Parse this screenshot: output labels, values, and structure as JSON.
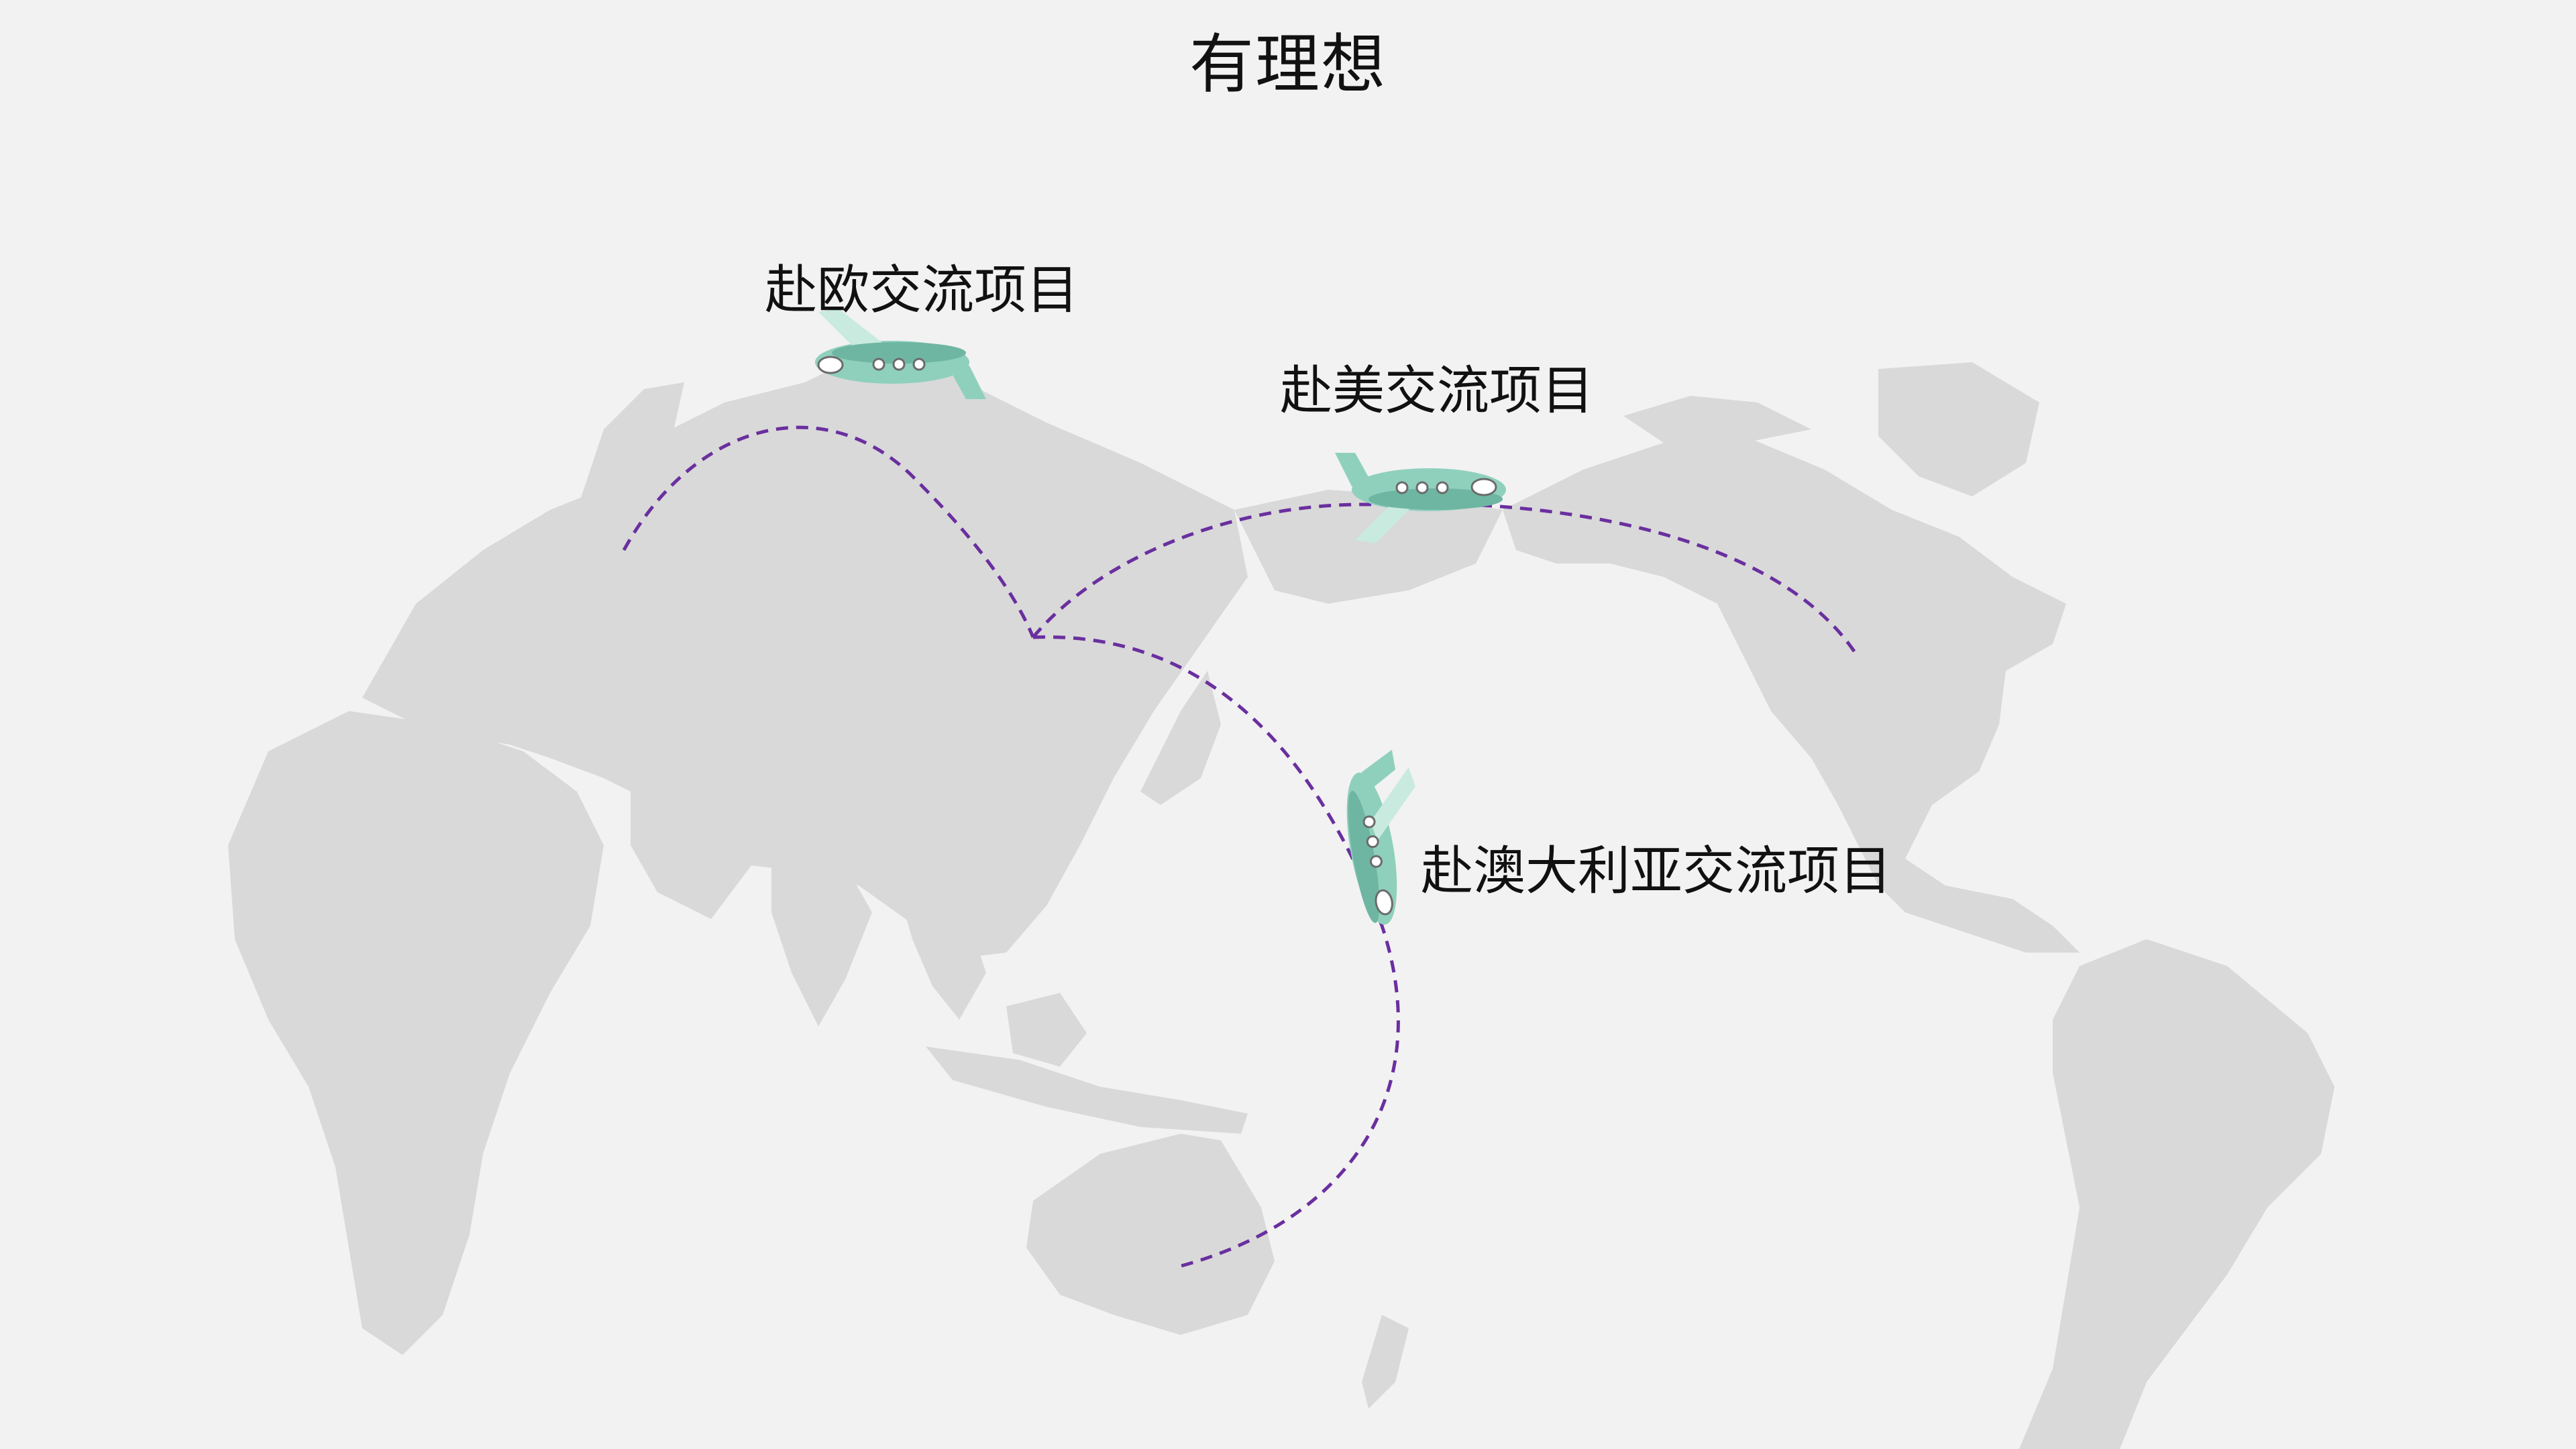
{
  "slide": {
    "title": "有理想",
    "routes": [
      {
        "id": "europe",
        "label": "赴欧交流项目"
      },
      {
        "id": "america",
        "label": "赴美交流项目"
      },
      {
        "id": "australia",
        "label": "赴澳大利亚交流项目"
      }
    ]
  },
  "colors": {
    "background": "#f2f2f2",
    "land": "#d9d9d9",
    "route": "#6a2f9f",
    "plane_body": "#8fd0bd",
    "plane_dark": "#6fb6a2",
    "plane_light": "#c9eadf"
  }
}
